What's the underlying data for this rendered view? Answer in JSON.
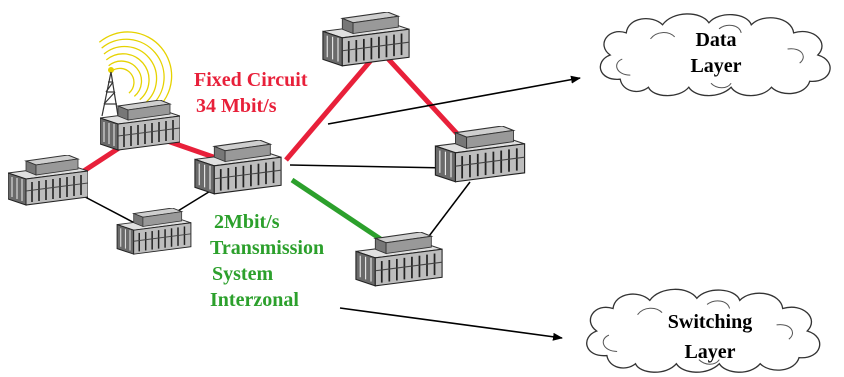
{
  "colors": {
    "fixed_circuit": "#e8203a",
    "transmission": "#2ca02c",
    "plain_link": "#000000",
    "building_dark": "#555555",
    "building_light": "#d0d0d0"
  },
  "labels": {
    "fixed_circuit_line1": "Fixed Circuit",
    "fixed_circuit_line2": "34 Mbit/s",
    "transmission_line1": "2Mbit/s",
    "transmission_line2": "Transmission",
    "transmission_line3": "System",
    "transmission_line4": "Interzonal"
  },
  "clouds": {
    "data_layer_line1": "Data",
    "data_layer_line2": "Layer",
    "switching_layer_line1": "Switching",
    "switching_layer_line2": "Layer"
  },
  "icons": {
    "node": "exchange-building-icon",
    "antenna": "radio-tower-icon",
    "cloud": "cloud-icon"
  }
}
